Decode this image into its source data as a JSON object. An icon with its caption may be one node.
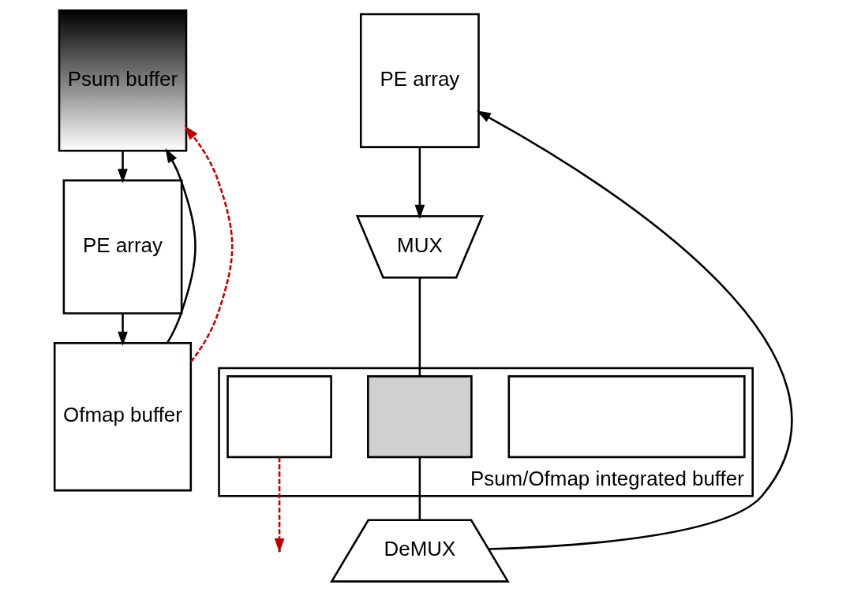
{
  "diagram": {
    "nodes": [
      {
        "text": [
          "Psum buffer"
        ]
      },
      {
        "text": [
          "PE array"
        ]
      },
      {
        "text": [
          "Ofmap buffer"
        ]
      },
      {
        "text": [
          "PE array"
        ]
      },
      {
        "text": [
          "MUX"
        ]
      },
      {
        "text": [
          "Psum/Ofmap integrated buffer"
        ]
      },
      {
        "text": [],
        "shape": "box",
        "in": 5
      },
      {
        "text": [],
        "shape": "box",
        "in": 5
      },
      {
        "text": [],
        "shape": "box",
        "in": 5
      },
      {
        "text": [
          "DeMUX"
        ]
      }
    ],
    "edges": [
      {
        "from": 0,
        "to": 1,
        "arrow": "to"
      },
      {
        "from": 1,
        "to": 2,
        "arrow": "to"
      },
      {
        "from": 2,
        "to": 0,
        "arrow": "to"
      },
      {
        "from": 2,
        "to": 0,
        "arrow": "to",
        "style": "dashed",
        "color": "#c00000"
      },
      {
        "from": 3,
        "to": 4,
        "arrow": "to"
      },
      {
        "from": 4,
        "to": 7,
        "arrow": "none"
      },
      {
        "from": 7,
        "to": 9,
        "arrow": "none"
      },
      {
        "from": 9,
        "to": 3,
        "arrow": "to"
      },
      {
        "from": 6,
        "to": null,
        "arrow": "to",
        "style": "dashed",
        "color": "#c00000"
      }
    ]
  }
}
